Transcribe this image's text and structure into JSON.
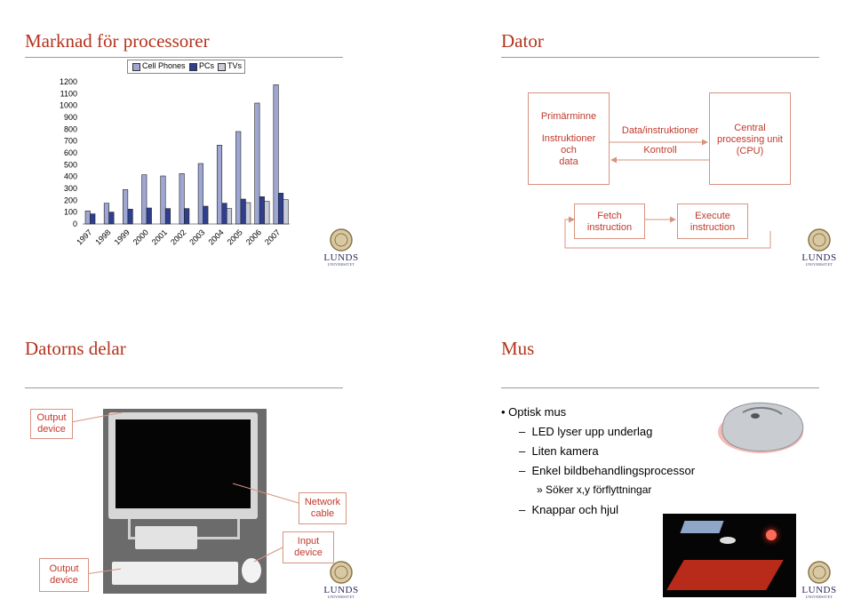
{
  "slides": {
    "market": {
      "title": "Marknad för processorer"
    },
    "computer": {
      "title": "Dator",
      "memory_title": "Primärminne",
      "memory_body": [
        "Instruktioner",
        "och",
        "data"
      ],
      "bus_label": "Data/instruktioner",
      "control_label": "Kontroll",
      "cpu_lines": [
        "Central",
        "processing unit",
        "(CPU)"
      ],
      "fetch_lines": [
        "Fetch",
        "instruction"
      ],
      "execute_lines": [
        "Execute",
        "instruction"
      ]
    },
    "parts": {
      "title": "Datorns delar",
      "callouts": {
        "output_top": [
          "Output",
          "device"
        ],
        "network": [
          "Network",
          "cable"
        ],
        "input": [
          "Input",
          "device"
        ],
        "output_bottom": [
          "Output",
          "device"
        ]
      }
    },
    "mouse": {
      "title": "Mus",
      "bullet_1": "Optisk mus",
      "dash_1": "LED lyser upp underlag",
      "dash_2": "Liten kamera",
      "dash_3": "Enkel bildbehandlingsprocessor",
      "sub_1": "Söker x,y förflyttningar",
      "dash_4": "Knappar och hjul"
    }
  },
  "logo": {
    "word": "LUNDS",
    "sub": "UNIVERSITET"
  },
  "colors": {
    "title": "#b3341f",
    "accent_text": "#c0392b",
    "box_border": "#d8937f",
    "cell": "#9ea7d4",
    "pc": "#2f3f8f",
    "tv": "#c9cbd9"
  },
  "chart_data": {
    "type": "bar",
    "categories": [
      "1997",
      "1998",
      "1999",
      "2000",
      "2001",
      "2002",
      "2003",
      "2004",
      "2005",
      "2006",
      "2007"
    ],
    "series": [
      {
        "name": "Cell Phones",
        "values": [
          110,
          175,
          290,
          415,
          405,
          425,
          510,
          665,
          780,
          1020,
          1175
        ]
      },
      {
        "name": "PCs",
        "values": [
          85,
          100,
          125,
          135,
          130,
          130,
          150,
          175,
          210,
          230,
          260
        ]
      },
      {
        "name": "TVs",
        "values": [
          0,
          0,
          0,
          0,
          0,
          0,
          0,
          130,
          180,
          190,
          205
        ]
      }
    ],
    "yticks": [
      "1200",
      "1100",
      "1000",
      "900",
      "800",
      "700",
      "600",
      "500",
      "400",
      "300",
      "200",
      "100",
      "0"
    ],
    "ylim": [
      0,
      1200
    ],
    "legend": "top"
  }
}
